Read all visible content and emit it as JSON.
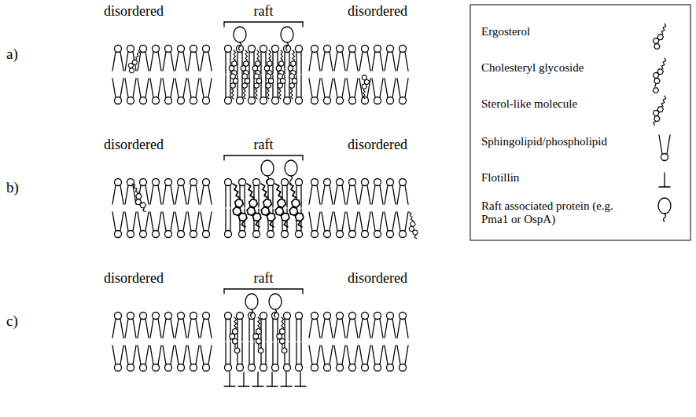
{
  "diagram": {
    "labels": [
      "a)",
      "disordered",
      "raft",
      "disordered",
      "b)",
      "disordered",
      "raft",
      "disordered",
      "c)",
      "disordered",
      "raft",
      "disordered"
    ],
    "legend": [
      {
        "text": "Ergosterol"
      },
      {
        "text": "Cholesteryl glycoside"
      },
      {
        "text": "Sterol-like molecule"
      },
      {
        "text": "Sphingolipid/phospholipid"
      },
      {
        "text": "Flotillin"
      },
      {
        "text": "Raft associated protein (e.g. Pma1 or OspA)"
      }
    ]
  }
}
